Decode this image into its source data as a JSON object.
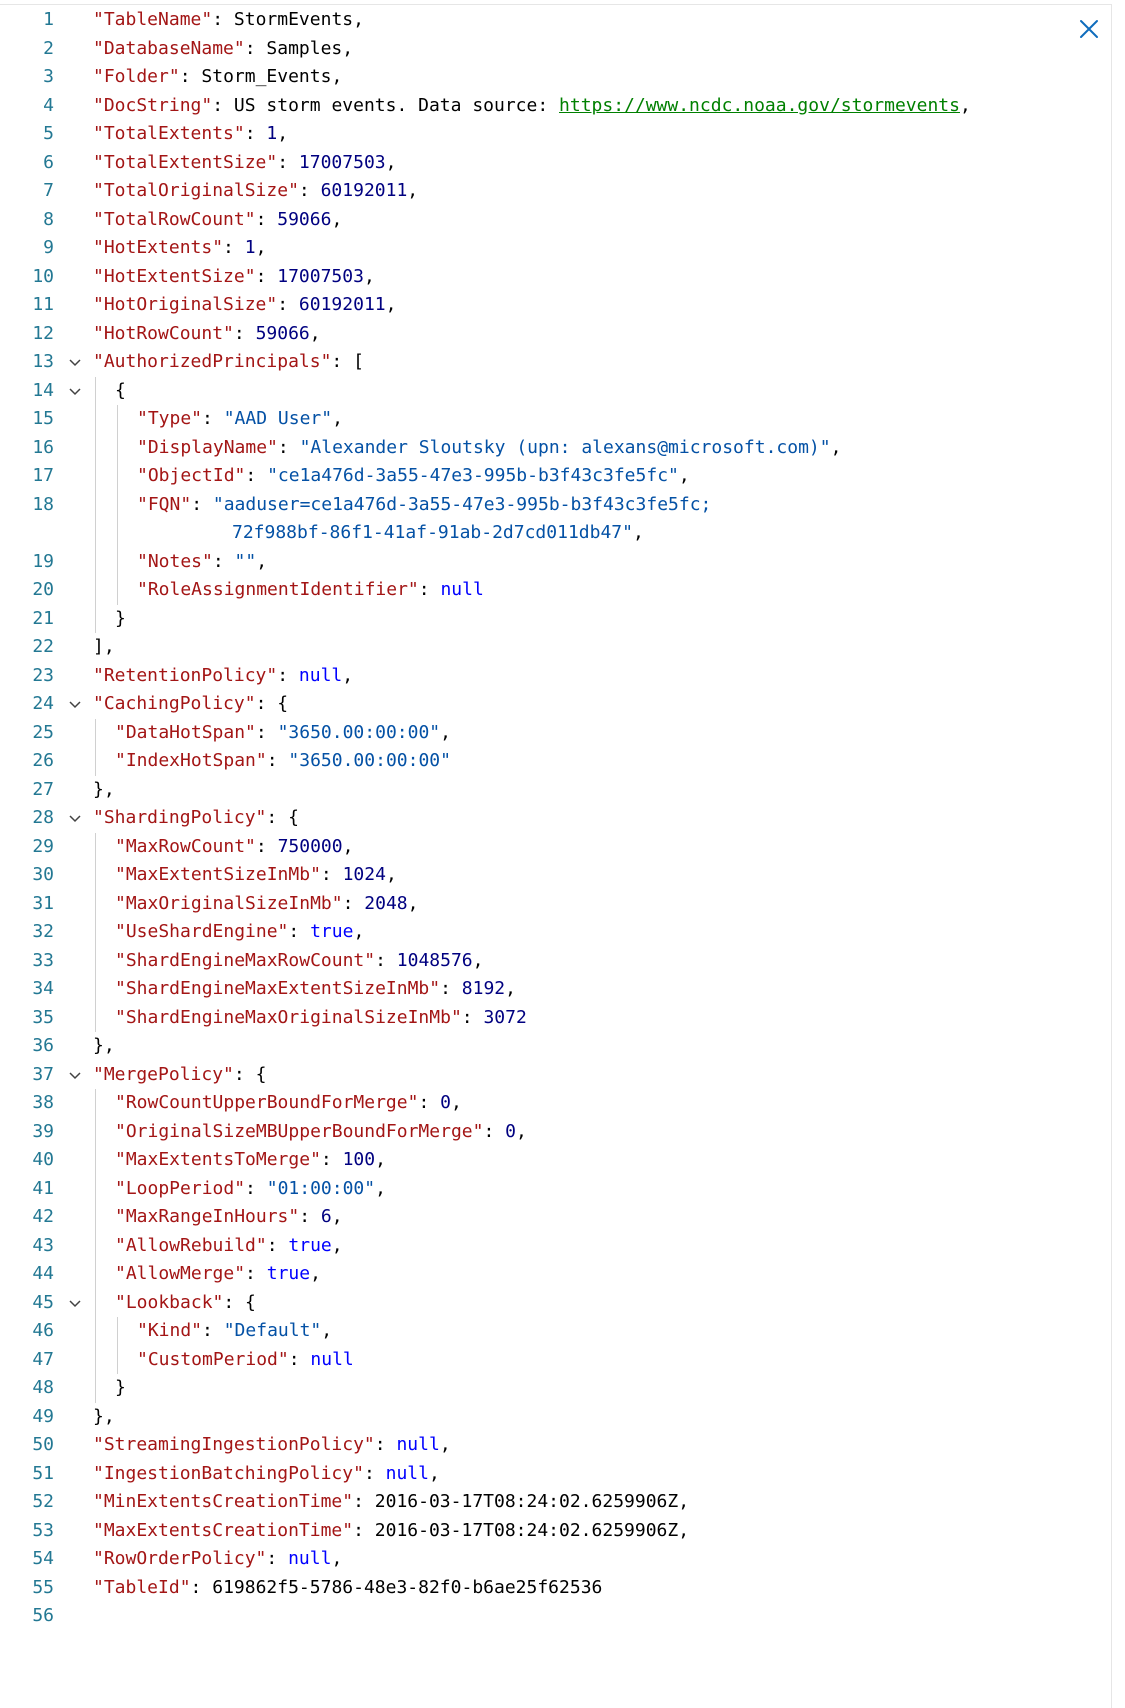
{
  "close_icon": "close-icon",
  "fold_icon": "chevron-down-icon",
  "colors": {
    "key": "#a31515",
    "string": "#0451a5",
    "number": "#000080",
    "keyword": "#0000ff",
    "line_number": "#237893",
    "url": "#008000"
  },
  "lines": [
    {
      "n": "1",
      "indent": 0,
      "tokens": [
        [
          "k",
          "\"TableName\""
        ],
        [
          "p",
          ": "
        ],
        [
          "t",
          "StormEvents"
        ],
        [
          "p",
          ","
        ]
      ]
    },
    {
      "n": "2",
      "indent": 0,
      "tokens": [
        [
          "k",
          "\"DatabaseName\""
        ],
        [
          "p",
          ": "
        ],
        [
          "t",
          "Samples"
        ],
        [
          "p",
          ","
        ]
      ]
    },
    {
      "n": "3",
      "indent": 0,
      "tokens": [
        [
          "k",
          "\"Folder\""
        ],
        [
          "p",
          ": "
        ],
        [
          "t",
          "Storm_Events"
        ],
        [
          "p",
          ","
        ]
      ]
    },
    {
      "n": "4",
      "indent": 0,
      "tokens": [
        [
          "k",
          "\"DocString\""
        ],
        [
          "p",
          ": "
        ],
        [
          "t",
          "US storm events. Data source: "
        ],
        [
          "url",
          "https://www.ncdc.noaa.gov/stormevents"
        ],
        [
          "p",
          ","
        ]
      ]
    },
    {
      "n": "5",
      "indent": 0,
      "tokens": [
        [
          "k",
          "\"TotalExtents\""
        ],
        [
          "p",
          ": "
        ],
        [
          "n2",
          "1"
        ],
        [
          "p",
          ","
        ]
      ]
    },
    {
      "n": "6",
      "indent": 0,
      "tokens": [
        [
          "k",
          "\"TotalExtentSize\""
        ],
        [
          "p",
          ": "
        ],
        [
          "n2",
          "17007503"
        ],
        [
          "p",
          ","
        ]
      ]
    },
    {
      "n": "7",
      "indent": 0,
      "tokens": [
        [
          "k",
          "\"TotalOriginalSize\""
        ],
        [
          "p",
          ": "
        ],
        [
          "n2",
          "60192011"
        ],
        [
          "p",
          ","
        ]
      ]
    },
    {
      "n": "8",
      "indent": 0,
      "tokens": [
        [
          "k",
          "\"TotalRowCount\""
        ],
        [
          "p",
          ": "
        ],
        [
          "n2",
          "59066"
        ],
        [
          "p",
          ","
        ]
      ]
    },
    {
      "n": "9",
      "indent": 0,
      "tokens": [
        [
          "k",
          "\"HotExtents\""
        ],
        [
          "p",
          ": "
        ],
        [
          "n2",
          "1"
        ],
        [
          "p",
          ","
        ]
      ]
    },
    {
      "n": "10",
      "indent": 0,
      "tokens": [
        [
          "k",
          "\"HotExtentSize\""
        ],
        [
          "p",
          ": "
        ],
        [
          "n2",
          "17007503"
        ],
        [
          "p",
          ","
        ]
      ]
    },
    {
      "n": "11",
      "indent": 0,
      "tokens": [
        [
          "k",
          "\"HotOriginalSize\""
        ],
        [
          "p",
          ": "
        ],
        [
          "n2",
          "60192011"
        ],
        [
          "p",
          ","
        ]
      ]
    },
    {
      "n": "12",
      "indent": 0,
      "tokens": [
        [
          "k",
          "\"HotRowCount\""
        ],
        [
          "p",
          ": "
        ],
        [
          "n2",
          "59066"
        ],
        [
          "p",
          ","
        ]
      ]
    },
    {
      "n": "13",
      "indent": 0,
      "fold": true,
      "tokens": [
        [
          "k",
          "\"AuthorizedPrincipals\""
        ],
        [
          "p",
          ": ["
        ]
      ]
    },
    {
      "n": "14",
      "indent": 1,
      "fold": true,
      "tokens": [
        [
          "p",
          "{"
        ]
      ]
    },
    {
      "n": "15",
      "indent": 2,
      "tokens": [
        [
          "k",
          "\"Type\""
        ],
        [
          "p",
          ": "
        ],
        [
          "s",
          "\"AAD User\""
        ],
        [
          "p",
          ","
        ]
      ]
    },
    {
      "n": "16",
      "indent": 2,
      "tokens": [
        [
          "k",
          "\"DisplayName\""
        ],
        [
          "p",
          ": "
        ],
        [
          "s",
          "\"Alexander Sloutsky (upn: alexans@microsoft.com)\""
        ],
        [
          "p",
          ","
        ]
      ]
    },
    {
      "n": "17",
      "indent": 2,
      "tokens": [
        [
          "k",
          "\"ObjectId\""
        ],
        [
          "p",
          ": "
        ],
        [
          "s",
          "\"ce1a476d-3a55-47e3-995b-b3f43c3fe5fc\""
        ],
        [
          "p",
          ","
        ]
      ]
    },
    {
      "n": "18",
      "indent": 2,
      "tokens": [
        [
          "k",
          "\"FQN\""
        ],
        [
          "p",
          ": "
        ],
        [
          "s",
          "\"aaduser=ce1a476d-3a55-47e3-995b-b3f43c3fe5fc;"
        ]
      ]
    },
    {
      "n": "",
      "indent": 2,
      "wrap": true,
      "tokens": [
        [
          "s",
          "72f988bf-86f1-41af-91ab-2d7cd011db47\""
        ],
        [
          "p",
          ","
        ]
      ]
    },
    {
      "n": "19",
      "indent": 2,
      "tokens": [
        [
          "k",
          "\"Notes\""
        ],
        [
          "p",
          ": "
        ],
        [
          "s",
          "\"\""
        ],
        [
          "p",
          ","
        ]
      ]
    },
    {
      "n": "20",
      "indent": 2,
      "tokens": [
        [
          "k",
          "\"RoleAssignmentIdentifier\""
        ],
        [
          "p",
          ": "
        ],
        [
          "kw",
          "null"
        ]
      ]
    },
    {
      "n": "21",
      "indent": 1,
      "tokens": [
        [
          "p",
          "}"
        ]
      ]
    },
    {
      "n": "22",
      "indent": 0,
      "tokens": [
        [
          "p",
          "],"
        ]
      ]
    },
    {
      "n": "23",
      "indent": 0,
      "tokens": [
        [
          "k",
          "\"RetentionPolicy\""
        ],
        [
          "p",
          ": "
        ],
        [
          "kw",
          "null"
        ],
        [
          "p",
          ","
        ]
      ]
    },
    {
      "n": "24",
      "indent": 0,
      "fold": true,
      "tokens": [
        [
          "k",
          "\"CachingPolicy\""
        ],
        [
          "p",
          ": {"
        ]
      ]
    },
    {
      "n": "25",
      "indent": 1,
      "tokens": [
        [
          "k",
          "\"DataHotSpan\""
        ],
        [
          "p",
          ": "
        ],
        [
          "s",
          "\"3650.00:00:00\""
        ],
        [
          "p",
          ","
        ]
      ]
    },
    {
      "n": "26",
      "indent": 1,
      "tokens": [
        [
          "k",
          "\"IndexHotSpan\""
        ],
        [
          "p",
          ": "
        ],
        [
          "s",
          "\"3650.00:00:00\""
        ]
      ]
    },
    {
      "n": "27",
      "indent": 0,
      "tokens": [
        [
          "p",
          "},"
        ]
      ]
    },
    {
      "n": "28",
      "indent": 0,
      "fold": true,
      "tokens": [
        [
          "k",
          "\"ShardingPolicy\""
        ],
        [
          "p",
          ": {"
        ]
      ]
    },
    {
      "n": "29",
      "indent": 1,
      "tokens": [
        [
          "k",
          "\"MaxRowCount\""
        ],
        [
          "p",
          ": "
        ],
        [
          "n2",
          "750000"
        ],
        [
          "p",
          ","
        ]
      ]
    },
    {
      "n": "30",
      "indent": 1,
      "tokens": [
        [
          "k",
          "\"MaxExtentSizeInMb\""
        ],
        [
          "p",
          ": "
        ],
        [
          "n2",
          "1024"
        ],
        [
          "p",
          ","
        ]
      ]
    },
    {
      "n": "31",
      "indent": 1,
      "tokens": [
        [
          "k",
          "\"MaxOriginalSizeInMb\""
        ],
        [
          "p",
          ": "
        ],
        [
          "n2",
          "2048"
        ],
        [
          "p",
          ","
        ]
      ]
    },
    {
      "n": "32",
      "indent": 1,
      "tokens": [
        [
          "k",
          "\"UseShardEngine\""
        ],
        [
          "p",
          ": "
        ],
        [
          "kw",
          "true"
        ],
        [
          "p",
          ","
        ]
      ]
    },
    {
      "n": "33",
      "indent": 1,
      "tokens": [
        [
          "k",
          "\"ShardEngineMaxRowCount\""
        ],
        [
          "p",
          ": "
        ],
        [
          "n2",
          "1048576"
        ],
        [
          "p",
          ","
        ]
      ]
    },
    {
      "n": "34",
      "indent": 1,
      "tokens": [
        [
          "k",
          "\"ShardEngineMaxExtentSizeInMb\""
        ],
        [
          "p",
          ": "
        ],
        [
          "n2",
          "8192"
        ],
        [
          "p",
          ","
        ]
      ]
    },
    {
      "n": "35",
      "indent": 1,
      "tokens": [
        [
          "k",
          "\"ShardEngineMaxOriginalSizeInMb\""
        ],
        [
          "p",
          ": "
        ],
        [
          "n2",
          "3072"
        ]
      ]
    },
    {
      "n": "36",
      "indent": 0,
      "tokens": [
        [
          "p",
          "},"
        ]
      ]
    },
    {
      "n": "37",
      "indent": 0,
      "fold": true,
      "tokens": [
        [
          "k",
          "\"MergePolicy\""
        ],
        [
          "p",
          ": {"
        ]
      ]
    },
    {
      "n": "38",
      "indent": 1,
      "tokens": [
        [
          "k",
          "\"RowCountUpperBoundForMerge\""
        ],
        [
          "p",
          ": "
        ],
        [
          "n2",
          "0"
        ],
        [
          "p",
          ","
        ]
      ]
    },
    {
      "n": "39",
      "indent": 1,
      "tokens": [
        [
          "k",
          "\"OriginalSizeMBUpperBoundForMerge\""
        ],
        [
          "p",
          ": "
        ],
        [
          "n2",
          "0"
        ],
        [
          "p",
          ","
        ]
      ]
    },
    {
      "n": "40",
      "indent": 1,
      "tokens": [
        [
          "k",
          "\"MaxExtentsToMerge\""
        ],
        [
          "p",
          ": "
        ],
        [
          "n2",
          "100"
        ],
        [
          "p",
          ","
        ]
      ]
    },
    {
      "n": "41",
      "indent": 1,
      "tokens": [
        [
          "k",
          "\"LoopPeriod\""
        ],
        [
          "p",
          ": "
        ],
        [
          "s",
          "\"01:00:00\""
        ],
        [
          "p",
          ","
        ]
      ]
    },
    {
      "n": "42",
      "indent": 1,
      "tokens": [
        [
          "k",
          "\"MaxRangeInHours\""
        ],
        [
          "p",
          ": "
        ],
        [
          "n2",
          "6"
        ],
        [
          "p",
          ","
        ]
      ]
    },
    {
      "n": "43",
      "indent": 1,
      "tokens": [
        [
          "k",
          "\"AllowRebuild\""
        ],
        [
          "p",
          ": "
        ],
        [
          "kw",
          "true"
        ],
        [
          "p",
          ","
        ]
      ]
    },
    {
      "n": "44",
      "indent": 1,
      "tokens": [
        [
          "k",
          "\"AllowMerge\""
        ],
        [
          "p",
          ": "
        ],
        [
          "kw",
          "true"
        ],
        [
          "p",
          ","
        ]
      ]
    },
    {
      "n": "45",
      "indent": 1,
      "fold": true,
      "tokens": [
        [
          "k",
          "\"Lookback\""
        ],
        [
          "p",
          ": {"
        ]
      ]
    },
    {
      "n": "46",
      "indent": 2,
      "tokens": [
        [
          "k",
          "\"Kind\""
        ],
        [
          "p",
          ": "
        ],
        [
          "s",
          "\"Default\""
        ],
        [
          "p",
          ","
        ]
      ]
    },
    {
      "n": "47",
      "indent": 2,
      "tokens": [
        [
          "k",
          "\"CustomPeriod\""
        ],
        [
          "p",
          ": "
        ],
        [
          "kw",
          "null"
        ]
      ]
    },
    {
      "n": "48",
      "indent": 1,
      "tokens": [
        [
          "p",
          "}"
        ]
      ]
    },
    {
      "n": "49",
      "indent": 0,
      "tokens": [
        [
          "p",
          "},"
        ]
      ]
    },
    {
      "n": "50",
      "indent": 0,
      "tokens": [
        [
          "k",
          "\"StreamingIngestionPolicy\""
        ],
        [
          "p",
          ": "
        ],
        [
          "kw",
          "null"
        ],
        [
          "p",
          ","
        ]
      ]
    },
    {
      "n": "51",
      "indent": 0,
      "tokens": [
        [
          "k",
          "\"IngestionBatchingPolicy\""
        ],
        [
          "p",
          ": "
        ],
        [
          "kw",
          "null"
        ],
        [
          "p",
          ","
        ]
      ]
    },
    {
      "n": "52",
      "indent": 0,
      "tokens": [
        [
          "k",
          "\"MinExtentsCreationTime\""
        ],
        [
          "p",
          ": "
        ],
        [
          "t",
          "2016-03-17T08:24:02.6259906Z"
        ],
        [
          "p",
          ","
        ]
      ]
    },
    {
      "n": "53",
      "indent": 0,
      "tokens": [
        [
          "k",
          "\"MaxExtentsCreationTime\""
        ],
        [
          "p",
          ": "
        ],
        [
          "t",
          "2016-03-17T08:24:02.6259906Z"
        ],
        [
          "p",
          ","
        ]
      ]
    },
    {
      "n": "54",
      "indent": 0,
      "tokens": [
        [
          "k",
          "\"RowOrderPolicy\""
        ],
        [
          "p",
          ": "
        ],
        [
          "kw",
          "null"
        ],
        [
          "p",
          ","
        ]
      ]
    },
    {
      "n": "55",
      "indent": 0,
      "tokens": [
        [
          "k",
          "\"TableId\""
        ],
        [
          "p",
          ": "
        ],
        [
          "t",
          "619862f5-5786-48e3-82f0-b6ae25f62536"
        ]
      ]
    },
    {
      "n": "56",
      "indent": 0,
      "tokens": []
    }
  ]
}
